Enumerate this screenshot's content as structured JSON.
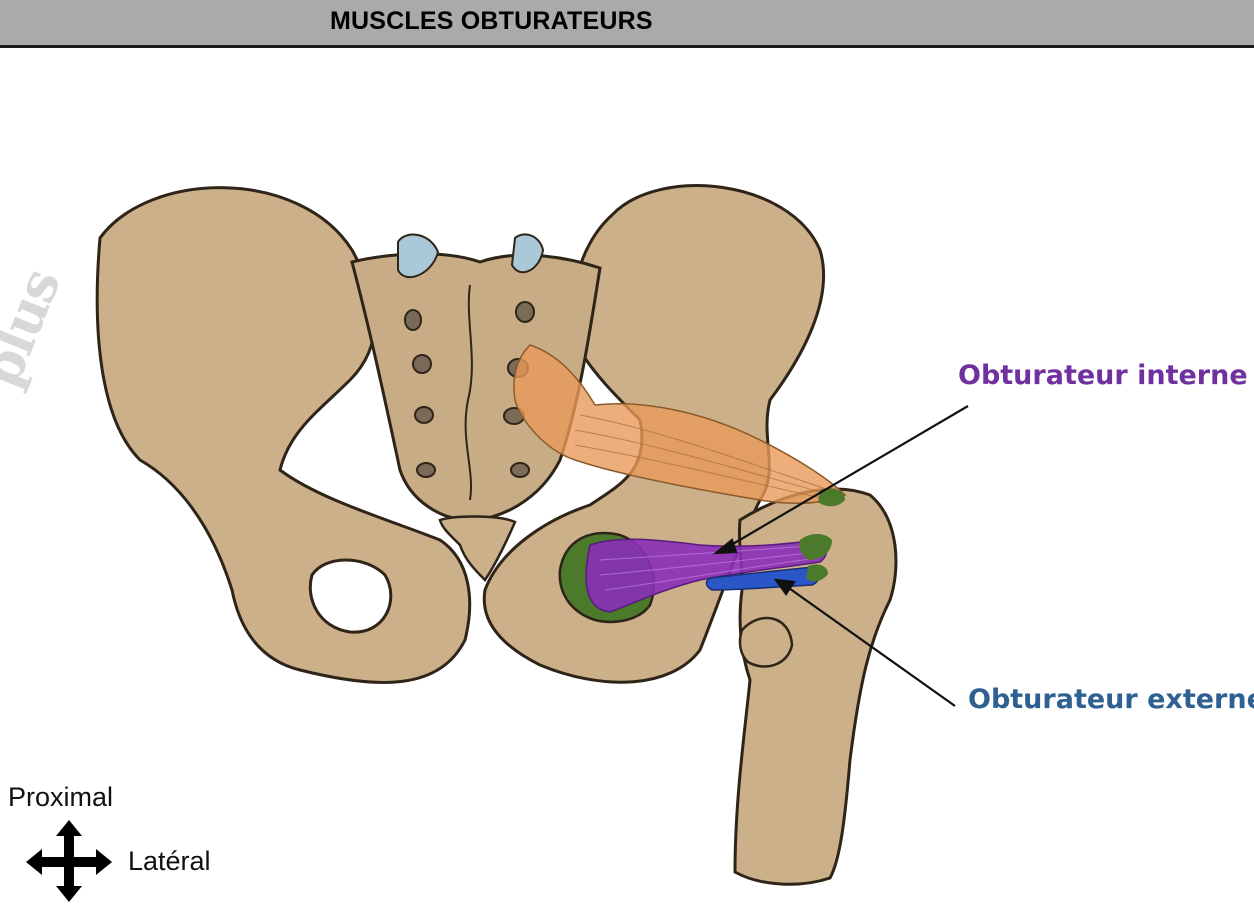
{
  "header": {
    "title": "MUSCLES OBTURATEURS"
  },
  "labels": {
    "internal": "Obturateur interne",
    "external": "Obturateur externe"
  },
  "orientation": {
    "proximal": "Proximal",
    "lateral": "Latéral"
  },
  "watermark": "plus",
  "colors": {
    "bone": "#cbb08a",
    "bone_outline": "#2f2418",
    "cartilage": "#a9c9d9",
    "internal_muscle": "#8a2fb8",
    "external_muscle": "#2a56c8",
    "piriformis": "#e89a5a",
    "insertion": "#4a7a2a",
    "label_internal": "#7030a0",
    "label_external": "#2e6091"
  }
}
